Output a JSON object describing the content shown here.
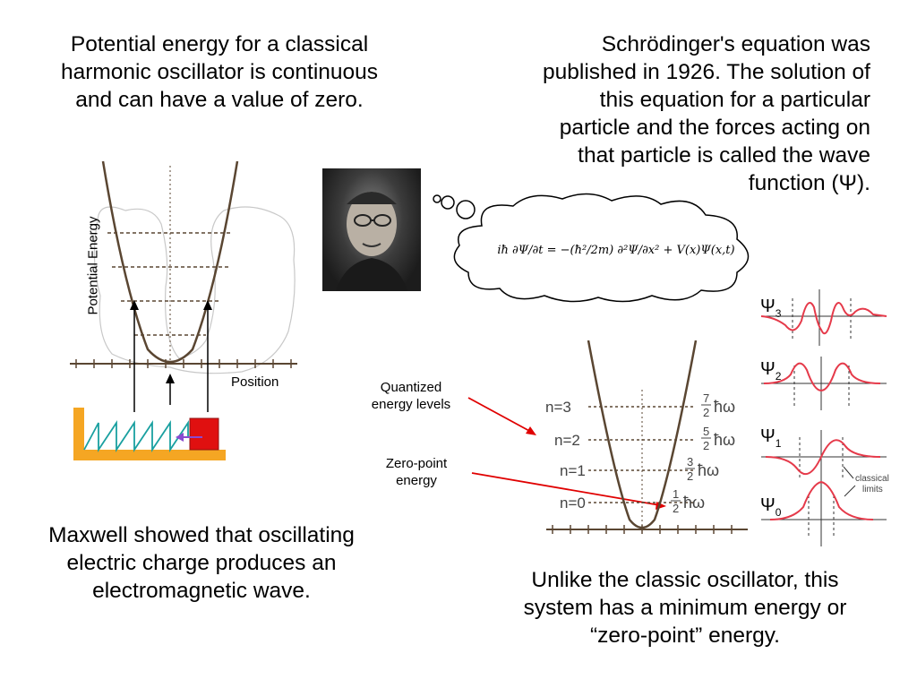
{
  "texts": {
    "classical_text": [
      "Potential energy for a classical",
      "harmonic oscillator is continuous",
      "and can have a value of zero."
    ],
    "schrodinger_text": [
      "Schrödinger's equation was",
      "published in 1926.  The solution of",
      "this equation for a particular",
      "particle and the forces acting on",
      "that particle is called the wave",
      "function (Ψ)."
    ],
    "maxwell_text": [
      "Maxwell showed that oscillating",
      "electric charge produces an",
      "electromagnetic wave."
    ],
    "unlike_text": [
      "Unlike the classic oscillator, this",
      "system has a minimum energy or",
      "“zero-point” energy."
    ],
    "quantized_label": [
      "Quantized",
      "energy levels"
    ],
    "zero_point_label": [
      "Zero-point",
      "energy"
    ],
    "potential_energy_axis": "Potential Energy",
    "position_axis": "Position",
    "equation": "iħ ∂Ψ/∂t = −(ħ²/2m) ∂²Ψ/∂x² + V(x)Ψ(x,t)",
    "classical_limits": [
      "classical",
      "limits"
    ]
  },
  "quantum_levels": [
    {
      "n": "n=0",
      "num": "1",
      "den": "2",
      "unit": "ħω"
    },
    {
      "n": "n=1",
      "num": "3",
      "den": "2",
      "unit": "ħω"
    },
    {
      "n": "n=2",
      "num": "5",
      "den": "2",
      "unit": "ħω"
    },
    {
      "n": "n=3",
      "num": "7",
      "den": "2",
      "unit": "ħω"
    }
  ],
  "wavefunctions": [
    {
      "sym": "Ψ",
      "sub": "3"
    },
    {
      "sym": "Ψ",
      "sub": "2"
    },
    {
      "sym": "Ψ",
      "sub": "1"
    },
    {
      "sym": "Ψ",
      "sub": "0"
    }
  ],
  "colors": {
    "wave": "#e53a4a",
    "arrow": "#e00000",
    "spring": "#1aa0a0",
    "mass": "#e01010",
    "base": "#f5a623",
    "curve": "#5a4632"
  }
}
